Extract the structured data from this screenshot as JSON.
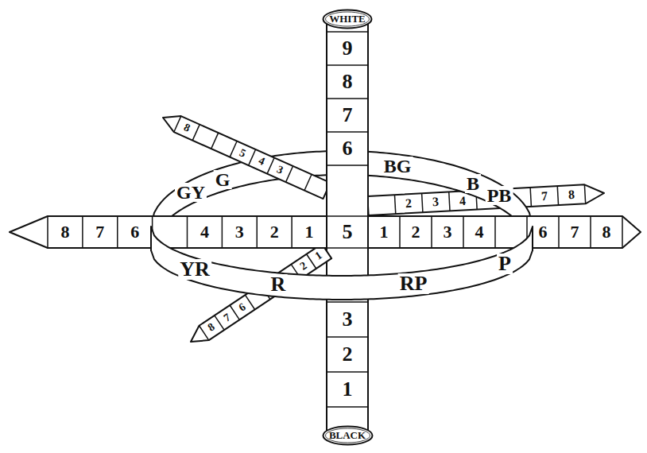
{
  "diagram": {
    "nodes": [
      {
        "text": [
          "WHITE"
        ]
      },
      {
        "text": [
          "BLACK"
        ]
      }
    ],
    "labels": [
      "9",
      "8",
      "7",
      "6",
      "5",
      "3",
      "2",
      "1",
      "GY",
      "G",
      "BG",
      "B",
      "PB",
      "YR",
      "R",
      "RP",
      "P",
      "8",
      "7",
      "6",
      "4",
      "3",
      "2",
      "1",
      "1",
      "2",
      "3",
      "4",
      "6",
      "7",
      "8",
      "3",
      "4",
      "5",
      "8",
      "2",
      "3",
      "4",
      "7",
      "8",
      "1",
      "2",
      "6",
      "7",
      "8"
    ]
  }
}
